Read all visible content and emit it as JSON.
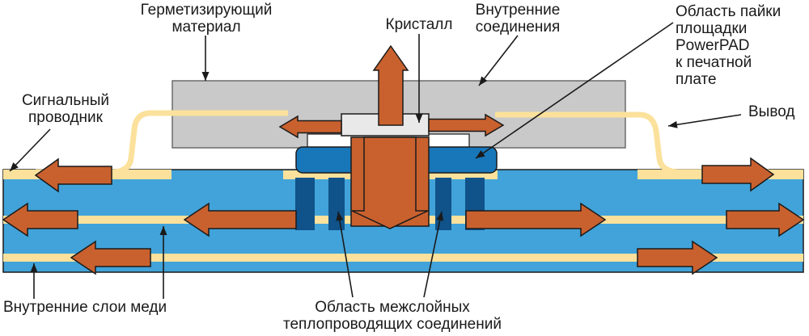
{
  "labels": {
    "sealant": "Герметизирующий\nматериал",
    "crystal": "Кристалл",
    "internal_connections": "Внутренние\nсоединения",
    "powerpad_area": "Область пайки\nплощадки\nPowerPAD\nк печатной\nплате",
    "signal_conductor": "Сигнальный\nпроводник",
    "lead": "Вывод",
    "inner_copper_layers": "Внутренние слои меди",
    "thermal_vias_area": "Область межслойных\nтеплопроводящих соединений"
  },
  "colors": {
    "board": "#41a3d9",
    "copper": "#fbe19b",
    "arrow": "#c9612f",
    "mold": "#c9c9c9",
    "pad": "#1877b8",
    "via": "#10528a",
    "die": "#e9e9e9",
    "outline": "#1a1a1a"
  }
}
